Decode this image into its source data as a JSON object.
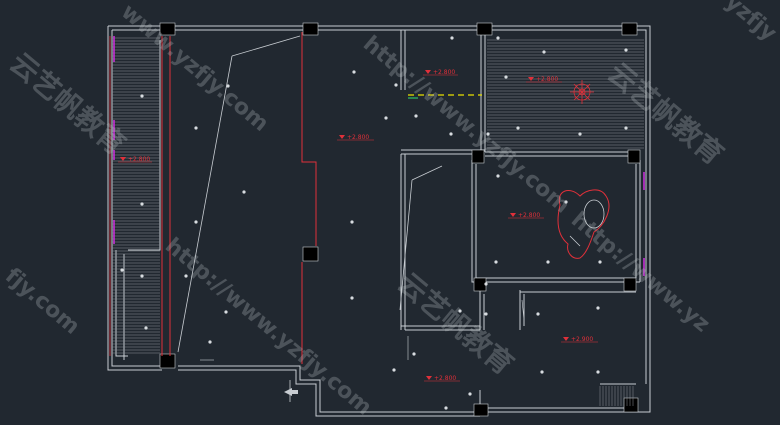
{
  "colors": {
    "background": "#212830",
    "wall": "#c8cdd2",
    "red_line": "#e0303a",
    "accent_magenta": "#d030e0",
    "yellow_dash": "#e8e000",
    "watermark": "#bfc4c8"
  },
  "elevations": {
    "e1": "+2.800",
    "e2": "+2.800",
    "e3": "+2.800",
    "e4": "+2.800",
    "e5": "+2.800",
    "e6": "+2.900",
    "e7": "+2.800"
  },
  "watermarks": {
    "url_1": "www.yzfjy.com",
    "url_2": "http://www.yzfjy.com",
    "url_3": "http://www.yzfjy.com",
    "url_4": "http://www.yz",
    "url_5": "yzfjy",
    "url_6": "fjy.com",
    "cn_1": "云艺帆教育",
    "cn_2": "云艺帆教育",
    "cn_3": "云艺帆教育"
  },
  "icons": {
    "north_arrow": "north-arrow-icon",
    "ceiling_fan": "ceiling-fan-symbol",
    "chandelier": "chandelier-symbol"
  }
}
